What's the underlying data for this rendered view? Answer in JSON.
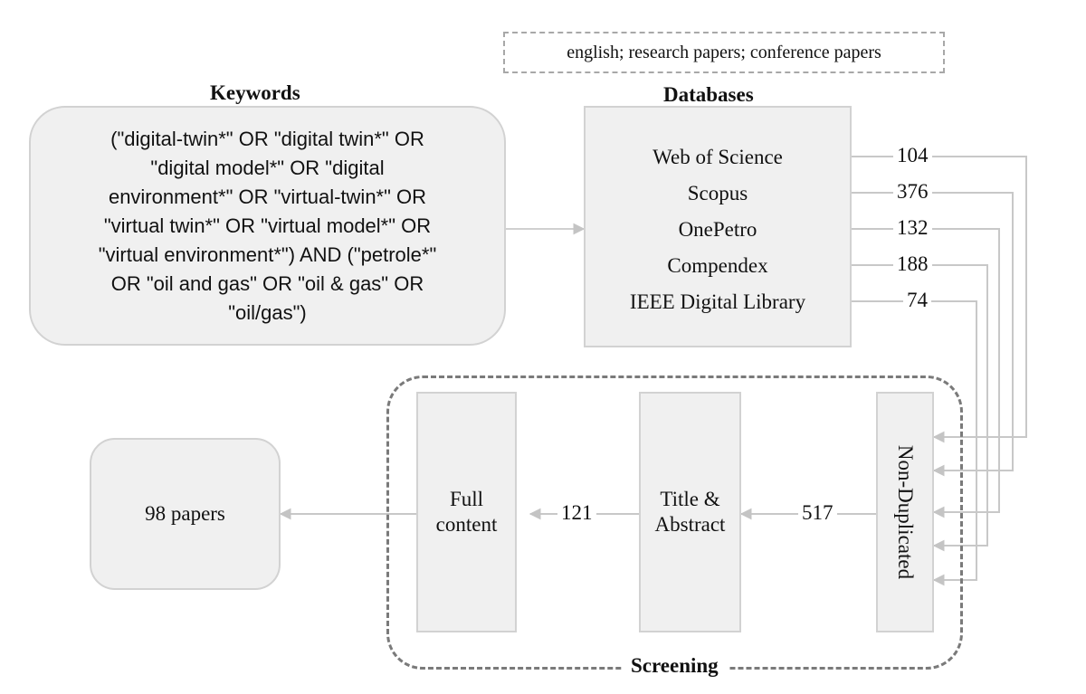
{
  "filter_note": "english; research papers; conference papers",
  "keywords": {
    "heading": "Keywords",
    "lines": [
      "(\"digital-twin*\" OR \"digital twin*\" OR",
      "\"digital model*\" OR \"digital",
      "environment*\" OR  \"virtual-twin*\" OR",
      "\"virtual twin*\" OR \"virtual model*\" OR",
      "\"virtual environment*\") AND (\"petrole*\"",
      "OR \"oil and gas\" OR \"oil & gas\" OR",
      "\"oil/gas\")"
    ]
  },
  "databases": {
    "heading": "Databases",
    "items": [
      {
        "name": "Web of Science",
        "count": "104"
      },
      {
        "name": "Scopus",
        "count": "376"
      },
      {
        "name": "OnePetro",
        "count": "132"
      },
      {
        "name": "Compendex",
        "count": "188"
      },
      {
        "name": "IEEE Digital Library",
        "count": "74"
      }
    ]
  },
  "screening": {
    "label": "Screening",
    "non_duplicated": "Non-Duplicated",
    "non_duplicated_count": "517",
    "title_abstract_line1": "Title &",
    "title_abstract_line2": "Abstract",
    "title_abstract_count": "121",
    "full_content_line1": "Full",
    "full_content_line2": "content"
  },
  "result": "98 papers"
}
